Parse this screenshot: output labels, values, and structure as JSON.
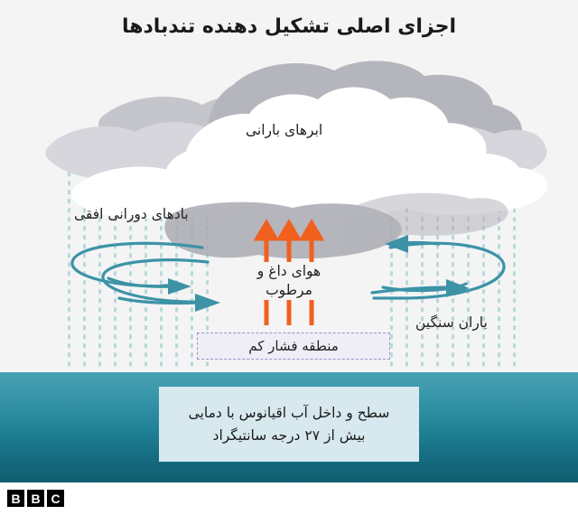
{
  "title": "اجزای اصلی تشکیل دهنده تندبادها",
  "labels": {
    "rain_clouds": "ابرهای بارانی",
    "horizontal_rotating_winds": "بادهای دورانی افقی",
    "hot_humid_air": "هوای داغ و مرطوب",
    "heavy_rain": "باران سنگین",
    "low_pressure_zone": "منطقه فشار کم"
  },
  "ocean_caption": {
    "line1": "سطح و داخل آب اقیانوس با دمایی",
    "line2": "بیش از ۲۷ درجه سانتیگراد"
  },
  "logo": {
    "b1": "B",
    "b2": "B",
    "c": "C"
  },
  "colors": {
    "background": "#f4f4f5",
    "updraft_arrow": "#f1601f",
    "wind_spiral": "#3d93a6",
    "rain_dot": "#b9d7dd",
    "cloud_white": "#ffffff",
    "cloud_light_gray": "#d9d9de",
    "cloud_mid_gray": "#c6c6cc",
    "cloud_dark_gray": "#a9a9b1",
    "low_pressure_fill": "#efedf6",
    "low_pressure_border": "#9b93c7",
    "ocean_top": "#4aa0b2",
    "ocean_bottom": "#115f70",
    "caption_box": "#d7e9ee",
    "logo_block": "#000000"
  }
}
